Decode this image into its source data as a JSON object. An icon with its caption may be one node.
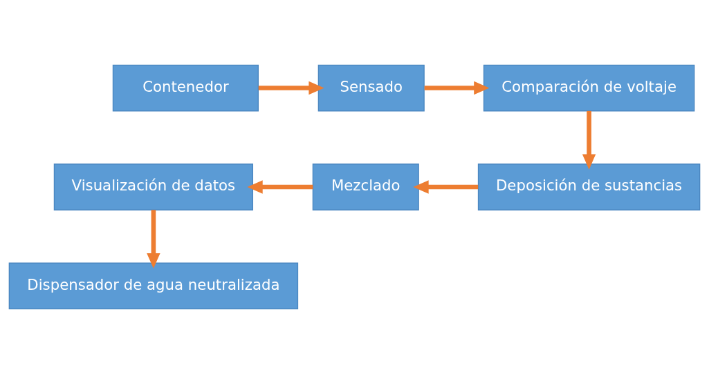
{
  "diagram": {
    "nodes": [
      {
        "text": [
          "Contenedor"
        ]
      },
      {
        "text": [
          "Sensado"
        ]
      },
      {
        "text": [
          "Comparación de voltaje"
        ]
      },
      {
        "text": [
          "Deposición de sustancias"
        ]
      },
      {
        "text": [
          "Mezclado"
        ]
      },
      {
        "text": [
          "Visualización de datos"
        ]
      },
      {
        "text": [
          "Dispensador de agua neutralizada"
        ]
      }
    ],
    "edges": [
      {
        "from": 0,
        "to": 1,
        "arrow": "to"
      },
      {
        "from": 1,
        "to": 2,
        "arrow": "to"
      },
      {
        "from": 2,
        "to": 3,
        "arrow": "to"
      },
      {
        "from": 3,
        "to": 4,
        "arrow": "to"
      },
      {
        "from": 4,
        "to": 5,
        "arrow": "to"
      },
      {
        "from": 5,
        "to": 6,
        "arrow": "to"
      }
    ]
  }
}
